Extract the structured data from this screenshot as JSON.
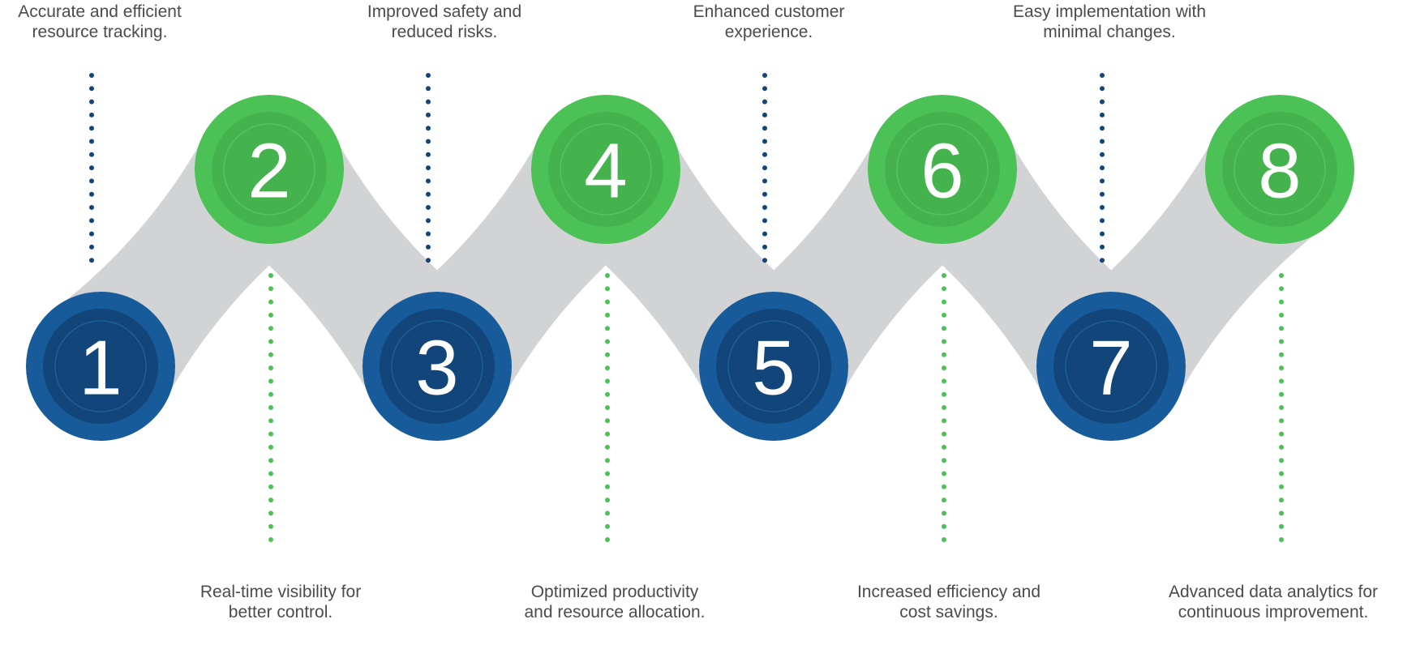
{
  "colors": {
    "blue_outer": "#175b9a",
    "blue_inner": "#124579",
    "blue_ring": "#1e5f98",
    "green_outer": "#4cc155",
    "green_inner": "#44b34d",
    "green_ring": "#52c65b",
    "connector": "#d2d3d5",
    "caption_text": "#4b4b4b"
  },
  "steps": [
    {
      "number": "1",
      "tone": "blue",
      "caption": [
        "Accurate and efficient",
        "resource tracking."
      ]
    },
    {
      "number": "2",
      "tone": "green",
      "caption": [
        "Real-time visibility for",
        "better control."
      ]
    },
    {
      "number": "3",
      "tone": "blue",
      "caption": [
        "Improved safety and",
        "reduced risks."
      ]
    },
    {
      "number": "4",
      "tone": "green",
      "caption": [
        "Optimized productivity",
        "and resource allocation."
      ]
    },
    {
      "number": "5",
      "tone": "blue",
      "caption": [
        "Enhanced customer",
        "experience."
      ]
    },
    {
      "number": "6",
      "tone": "green",
      "caption": [
        "Increased efficiency and",
        "cost savings."
      ]
    },
    {
      "number": "7",
      "tone": "blue",
      "caption": [
        "Easy implementation with",
        "minimal changes."
      ]
    },
    {
      "number": "8",
      "tone": "green",
      "caption": [
        "Advanced data analytics for",
        "continuous improvement."
      ]
    }
  ]
}
